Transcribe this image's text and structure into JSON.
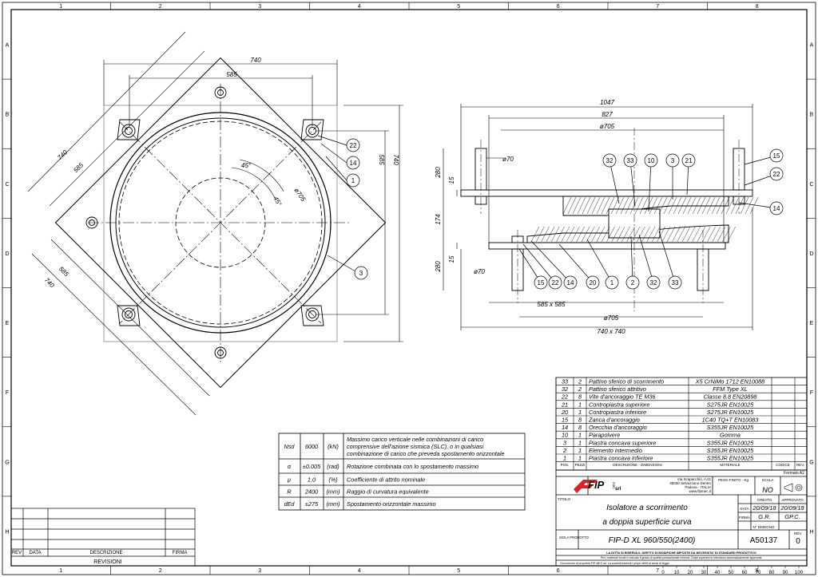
{
  "frame": {
    "col_labels": [
      "1",
      "2",
      "3",
      "4",
      "5",
      "6",
      "7",
      "8"
    ],
    "row_labels": [
      "A",
      "B",
      "C",
      "D",
      "E",
      "F",
      "G",
      "H"
    ]
  },
  "plan_view": {
    "dims": [
      "740",
      "585",
      "740",
      "585",
      "740",
      "585",
      "585",
      "740"
    ],
    "diam_705": "ø705",
    "angle_1": "45°",
    "angle_2": "45°",
    "callouts": [
      "22",
      "14",
      "1",
      "3"
    ]
  },
  "section_view": {
    "dims": [
      "1047",
      "827",
      "ø705",
      "ø70",
      "280",
      "15",
      "174",
      "280",
      "15",
      "ø70",
      "585 x 585",
      "ø705",
      "740 x 740"
    ],
    "callouts_top": [
      "32",
      "33",
      "10",
      "3",
      "21",
      "15",
      "22",
      "14"
    ],
    "callouts_bottom": [
      "15",
      "22",
      "14",
      "20",
      "1",
      "2",
      "32",
      "33"
    ]
  },
  "properties": [
    {
      "sym": "Nsd",
      "val": "6000",
      "unit": "(kN)",
      "desc": [
        "Massimo carico verticale nelle combinazioni di carico",
        "comprensive dell'azione sismica (SLC), o in qualsiasi",
        "combinazione di carico che preveda spostamento orizzontale"
      ]
    },
    {
      "sym": "α",
      "val": "±0.005",
      "unit": "(rad)",
      "desc": [
        "Rotazione combinata con lo spostamento massimo"
      ]
    },
    {
      "sym": "μ",
      "val": "1,0",
      "unit": "(%)",
      "desc": [
        "Coefficiente di attrito nominale"
      ]
    },
    {
      "sym": "R",
      "val": "2400",
      "unit": "(mm)",
      "desc": [
        "Raggio di curvatura equivalente"
      ]
    },
    {
      "sym": "dEd",
      "val": "±275",
      "unit": "(mm)",
      "desc": [
        "Spostamento orizzontale massimo"
      ]
    }
  ],
  "bom": [
    {
      "pos": "33",
      "qty": "2",
      "desc": "Pattino sferico di scorrimento",
      "mat": "X5 CrNiMo 1712 EN10088"
    },
    {
      "pos": "32",
      "qty": "2",
      "desc": "Pattino sferico attritivo",
      "mat": "FFM Type XL"
    },
    {
      "pos": "22",
      "qty": "8",
      "desc": "Vite d'ancoraggio TE M36",
      "mat": "Classe 8.8 EN20898"
    },
    {
      "pos": "21",
      "qty": "1",
      "desc": "Contropiastra superiore",
      "mat": "S275JR EN10025"
    },
    {
      "pos": "20",
      "qty": "1",
      "desc": "Contropiastra inferiore",
      "mat": "S275JR EN10025"
    },
    {
      "pos": "15",
      "qty": "8",
      "desc": "Zanca d'ancoraggio",
      "mat": "1C40 TQ+T EN10083"
    },
    {
      "pos": "14",
      "qty": "8",
      "desc": "Orecchia d'ancoraggio",
      "mat": "S355JR EN10025"
    },
    {
      "pos": "10",
      "qty": "1",
      "desc": "Parapolvere",
      "mat": "Gomma"
    },
    {
      "pos": "3",
      "qty": "1",
      "desc": "Piastra concava superiore",
      "mat": "S355JR EN10025"
    },
    {
      "pos": "2",
      "qty": "1",
      "desc": "Elemento intermedio",
      "mat": "S355JR EN10025"
    },
    {
      "pos": "1",
      "qty": "1",
      "desc": "Piastra concava inferiore",
      "mat": "S355JR EN10025"
    }
  ],
  "bom_header": {
    "pos": "POS.",
    "qty": "PEZZI",
    "desc": "DESCRIZIONE - DIMENSIONI",
    "mat": "MATERIALE",
    "code": "CODICE",
    "rev": "REV."
  },
  "title_block": {
    "logo": "FIP",
    "logo_sub": "mec",
    "logo_srl": "srl",
    "address": [
      "Via Scapacchiò, n.41",
      "35030 Selvazzano Dentro",
      "Padova - ITALIA",
      "www.fipmec.it"
    ],
    "weight_label": "PESO FINITO - Kg",
    "scale_label": "SCALA",
    "scale_value": "NO",
    "format_label": "Formato A2",
    "titolo_label": "TITOLO",
    "title_line1": "Isolatore a scorrimento",
    "title_line2": "a doppia superficie curva",
    "created_label": "CREATO",
    "approved_label": "APPROVATO",
    "data_label": "DATA",
    "date_created": "20/09/18",
    "date_approved": "20/09/18",
    "firma_label": "FIRMA",
    "sign_created": "G.R.",
    "sign_approved": "GP.C.",
    "sigla_label": "SIGLA PRODOTTO",
    "product": "FIP-D XL 960/550(2400)",
    "ndisegno_label": "N° DISEGNO",
    "drawing_no": "A50137",
    "rev_label": "REV.",
    "rev_value": "0",
    "legal1": "LA DITTA SI RISERVA IL DIRITTO DI MODIFICHE IMPOSTE DA NECESSITA' DI STANDARD PRODUTTIVO",
    "legal2": "Per i materiali forniti è indicato il grado di qualità prestazionale minima. Gradi superiori si intendono automaticamente approvati.",
    "legal3": "Documento di proprietà FIP MEC srl. La società tutelerà i propri diritti ai sensi di legge."
  },
  "revisions": {
    "rev_label": "REV",
    "data_label": "DATA",
    "desc_label": "DESCRIZIONE",
    "firma_label": "FIRMA",
    "title": "REVISIONI"
  },
  "scale_bar": [
    "0",
    "10",
    "20",
    "30",
    "40",
    "50",
    "60",
    "70",
    "80",
    "90",
    "100"
  ]
}
